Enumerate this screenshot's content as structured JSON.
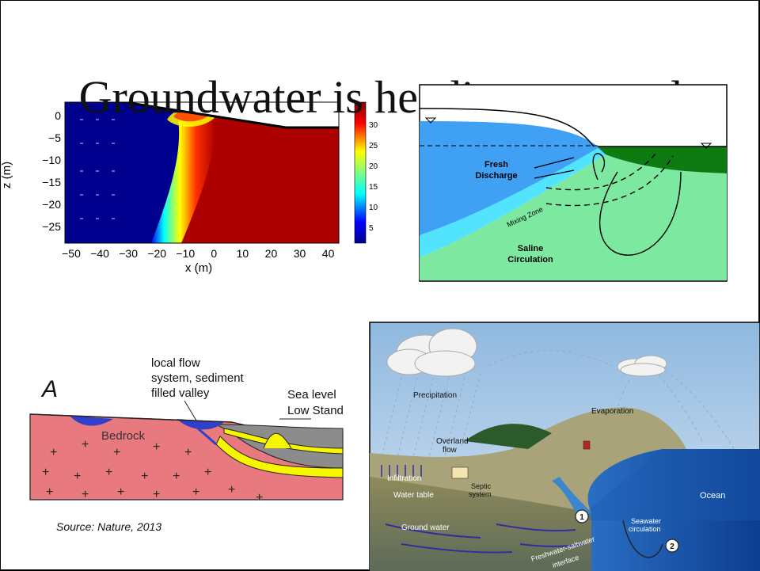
{
  "slide": {
    "title": "Groundwater is heading seaward",
    "source": "Source: Nature, 2013"
  },
  "panel_model": {
    "xlabel": "x (m)",
    "ylabel": "z (m)",
    "x_ticks": [
      "−50",
      "−40",
      "−30",
      "−20",
      "−10",
      "0",
      "10",
      "20",
      "30",
      "40"
    ],
    "y_ticks": [
      "0",
      "−5",
      "−10",
      "−15",
      "−20",
      "−25"
    ],
    "colorbar_ticks": [
      "30",
      "25",
      "20",
      "15",
      "10",
      "5"
    ],
    "colors": {
      "fresh": "#00008f",
      "saline": "#ad0000"
    }
  },
  "panel_schematic": {
    "fresh_label_1": "Fresh",
    "fresh_label_2": "Discharge",
    "mixing_label": "Mixing Zone",
    "saline_label_1": "Saline",
    "saline_label_2": "Circulation",
    "colors": {
      "fresh": "#3fa0f4",
      "mixing": "#52e3ff",
      "saline": "#7ce8a0",
      "sea": "#0e7b12"
    }
  },
  "panel_geology": {
    "letter": "A",
    "label_valley_1": "local flow",
    "label_valley_2": "system, sediment",
    "label_valley_3": "filled valley",
    "label_sea_1": "Sea level",
    "label_sea_2": "Low Stand",
    "bedrock_label": "Bedrock"
  },
  "panel_cycle": {
    "precipitation": "Precipitation",
    "evaporation": "Evaporation",
    "overland_1": "Overland",
    "overland_2": "flow",
    "infiltration": "Infiltration",
    "water_table": "Water table",
    "septic_1": "Septic",
    "septic_2": "system",
    "groundwater": "Ground water",
    "interface_1": "Freshwater-saltwater",
    "interface_2": "interface",
    "ocean": "Ocean",
    "seawater_1": "Seawater",
    "seawater_2": "circulation",
    "marker_1": "1",
    "marker_2": "2"
  }
}
